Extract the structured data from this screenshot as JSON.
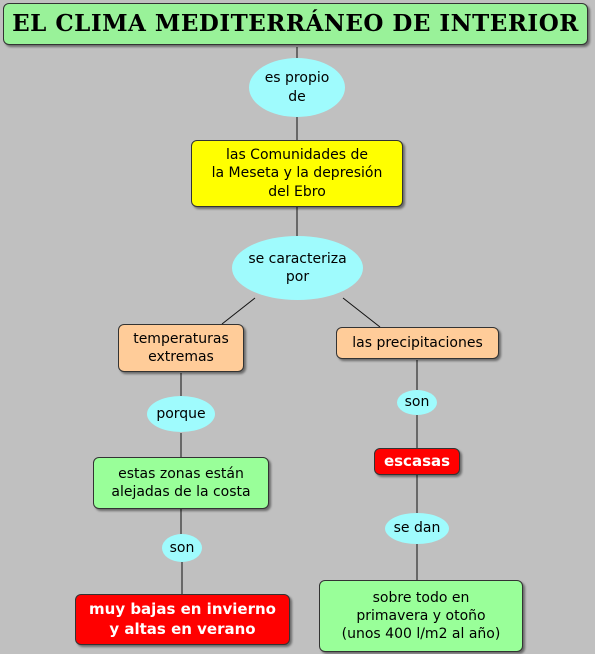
{
  "title": "EL CLIMA MEDITERRÁNEO DE INTERIOR",
  "links": {
    "es_propio_de": "es propio\nde",
    "se_caracteriza_por": "se caracteriza\npor",
    "porque": "porque",
    "son_left": "son",
    "son_right": "son",
    "se_dan": "se dan"
  },
  "concepts": {
    "comunidades": "las Comunidades de\nla Meseta y la depresión\ndel Ebro",
    "temperaturas": "temperaturas\nextremas",
    "precipitaciones": "las precipitaciones",
    "zonas": "estas zonas están\nalejadas de la costa",
    "escasas": "escasas",
    "bajas": "muy bajas en invierno\ny altas en verano",
    "primavera": "sobre todo en\nprimavera y otoño\n(unos 400 l/m2 al año)"
  },
  "colors": {
    "background": "#c0c0c0",
    "title": "#99f299",
    "link_oval": "#9ffbfd",
    "yellow": "#ffff00",
    "peach": "#ffcc99",
    "green": "#99ff99",
    "red": "#ff0000"
  }
}
